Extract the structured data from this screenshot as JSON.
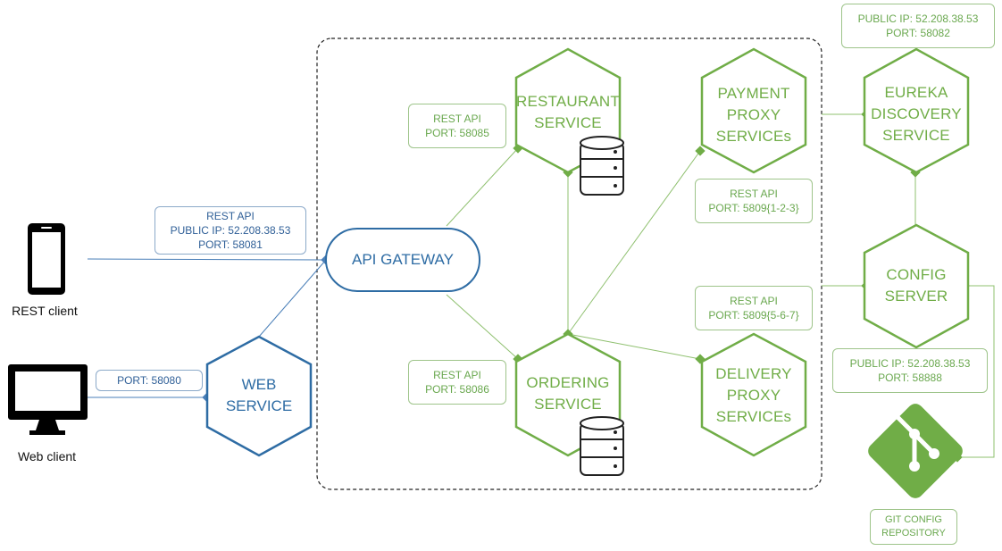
{
  "clients": {
    "rest": "REST client",
    "web": "Web client"
  },
  "labels": {
    "gateway_info": [
      "REST API",
      "PUBLIC IP: 52.208.38.53",
      "PORT: 58081"
    ],
    "web_info": "PORT: 58080",
    "restaurant_info": [
      "REST API",
      "PORT: 58085"
    ],
    "ordering_info": [
      "REST API",
      "PORT: 58086"
    ],
    "payment_info": [
      "REST API",
      "PORT: 5809{1-2-3}"
    ],
    "delivery_info": [
      "REST API",
      "PORT: 5809{5-6-7}"
    ],
    "eureka_info": [
      "PUBLIC IP: 52.208.38.53",
      "PORT: 58082"
    ],
    "config_info": [
      "PUBLIC IP: 52.208.38.53",
      "PORT: 58888"
    ]
  },
  "services": {
    "gateway": "API GATEWAY",
    "web": [
      "WEB",
      "SERVICE"
    ],
    "restaurant": [
      "RESTAURANT",
      "SERVICE"
    ],
    "ordering": [
      "ORDERING",
      "SERVICE"
    ],
    "payment": [
      "PAYMENT",
      "PROXY",
      "SERVICEs"
    ],
    "delivery": [
      "DELIVERY",
      "PROXY",
      "SERVICEs"
    ],
    "eureka": [
      "EUREKA",
      "DISCOVERY",
      "SERVICE"
    ],
    "config": [
      "CONFIG",
      "SERVER"
    ]
  },
  "git": [
    "GIT CONFIG",
    "REPOSITORY"
  ],
  "colors": {
    "green": "#70ad47",
    "blue": "#2e6ca4",
    "black": "#111111"
  },
  "icons": [
    "phone-icon",
    "monitor-icon",
    "database-icon",
    "git-icon"
  ]
}
